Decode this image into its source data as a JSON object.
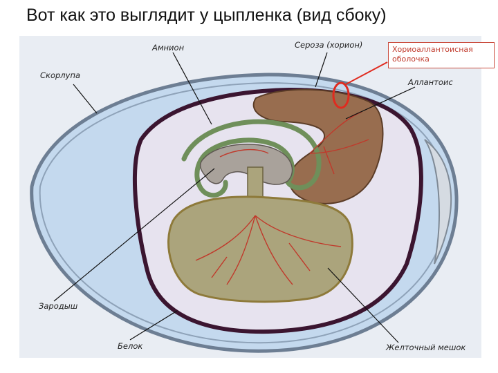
{
  "title": "Вот как это выглядит у цыпленка (вид сбоку)",
  "labels": {
    "amnion": "Амнион",
    "seroza": "Сероза (хорион)",
    "shell": "Скорлупа",
    "allantois": "Аллантоис",
    "embryo": "Зародыш",
    "albumen": "Белок",
    "yolk_sac": "Желточный мешок"
  },
  "callout": {
    "line1": "Хориоаллантоисная",
    "line2": "оболочка"
  },
  "colors": {
    "albumen": "#c4d9ee",
    "shell": "#6d7e93",
    "chorion": "#3b1530",
    "amnion": "#6f8f5a",
    "yolk": "#aba47c",
    "allantois": "#986d4f",
    "vessels": "#c0392b",
    "highlight": "#e02b1f"
  }
}
